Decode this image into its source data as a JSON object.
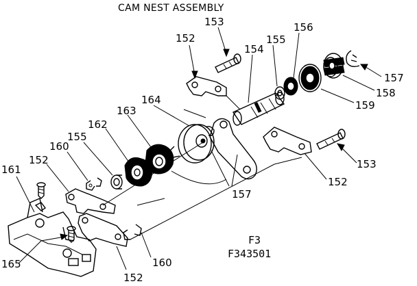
{
  "diagram": {
    "title": "CAM NEST ASSEMBLY",
    "figure_label": "F3",
    "figure_number": "F343501",
    "part_labels": {
      "p153_top": "153",
      "p152_top": "152",
      "p156": "156",
      "p155_top": "155",
      "p154": "154",
      "p157_right": "157",
      "p158": "158",
      "p159": "159",
      "p164": "164",
      "p163": "163",
      "p162": "162",
      "p155_left": "155",
      "p160_left": "160",
      "p152_left": "152",
      "p161": "161",
      "p153_right": "153",
      "p152_right": "152",
      "p157_mid": "157",
      "p165": "165",
      "p152_bottom": "152",
      "p160_bottom": "160"
    }
  }
}
